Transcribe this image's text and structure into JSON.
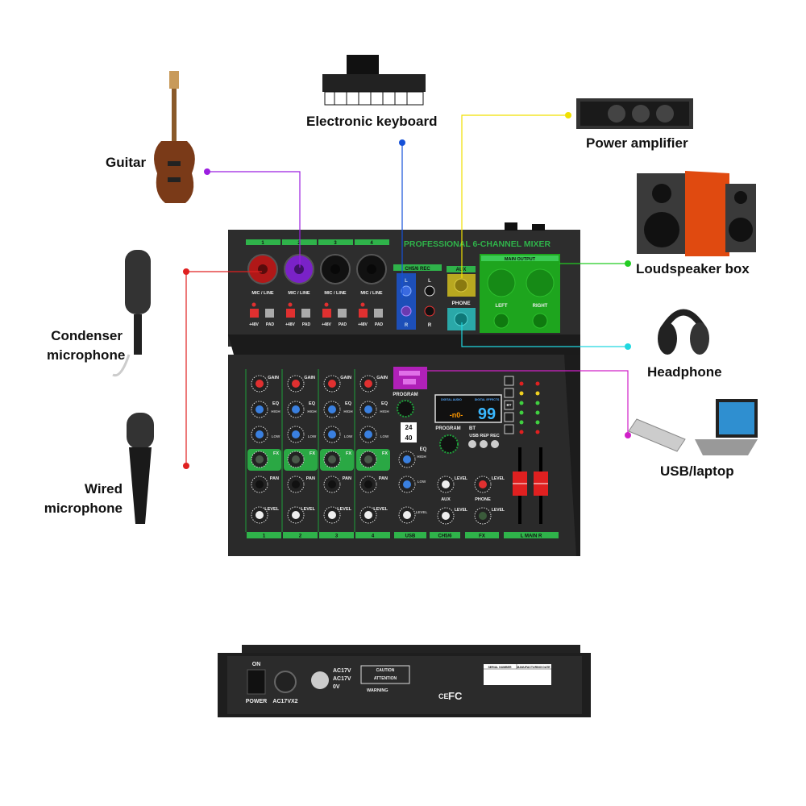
{
  "callouts": {
    "guitar": "Guitar",
    "keyboard": "Electronic keyboard",
    "power_amp": "Power amplifier",
    "loudspeaker": "Loudspeaker box",
    "condenser_1": "Condenser",
    "condenser_2": "microphone",
    "headphone": "Headphone",
    "wired_1": "Wired",
    "wired_2": "microphone",
    "usb": "USB/laptop"
  },
  "colors": {
    "guitar_line": "#9b1fe0",
    "keyboard_line": "#1450d8",
    "amp_line": "#f0e000",
    "speaker_line": "#22cc22",
    "mic_line": "#e02020",
    "phone_line": "#20d8e0",
    "usb_line": "#d020c8",
    "panel_green": "#2fb34a",
    "body": "#2b2b2b"
  },
  "mixer": {
    "title": "PROFESSIONAL 6-CHANNEL MIXER",
    "channels": [
      "1",
      "2",
      "3",
      "4"
    ],
    "mic_line": "MIC / LINE",
    "phantom": "+48V",
    "pad": "PAD",
    "ch56_rec": "CH5/6   REC",
    "jack_l": "L",
    "jack_r": "R",
    "aux": "AUX",
    "phone": "PHONE",
    "main_output": "MAIN OUTPUT",
    "left": "LEFT",
    "right": "RIGHT",
    "gain": "GAIN",
    "eq": "EQ",
    "high": "HIGH",
    "low": "LOW",
    "fx": "FX",
    "pan": "PAN",
    "level": "LEVEL",
    "program": "PROGRAM",
    "badge_top": "24",
    "badge_bottom": "40",
    "display_small": "-n0-",
    "display_big": "99",
    "digital_audio": "DIGITAL AUDIO",
    "digital_effects": "DIGITAL EFFECTS",
    "bt": "BT",
    "usb_rep_rec": "USB REP REC",
    "bottom_labels": [
      "1",
      "2",
      "3",
      "4",
      "USB",
      "CH5/6",
      "FX",
      "L  MAIN  R"
    ]
  },
  "back_panel": {
    "on": "ON",
    "power": "POWER",
    "ac_input": "AC17VX2",
    "pins": [
      "AC17V",
      "AC17V",
      "0V"
    ],
    "caution": "CAUTION",
    "attention": "ATTENTION",
    "warning": "WARNING",
    "serial_number": "SERIAL NUMBER",
    "manufacturing_date": "MANUFACTURING DATE",
    "ce": "CE",
    "fc": "FC"
  }
}
